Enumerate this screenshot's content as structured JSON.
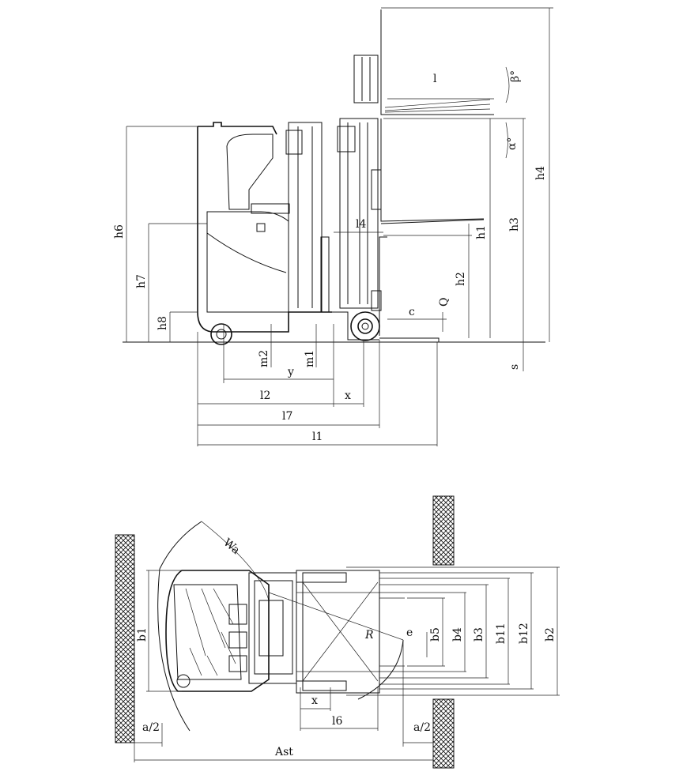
{
  "side_view": {
    "labels": {
      "h6": "h6",
      "h7": "h7",
      "h8": "h8",
      "h1": "h1",
      "h2": "h2",
      "h3": "h3",
      "h4": "h4",
      "l": "l",
      "l4": "l4",
      "c": "c",
      "Q": "Q",
      "s": "s",
      "alpha": "α°",
      "beta": "β°",
      "m2": "m2",
      "m1": "m1",
      "y": "y",
      "l2": "l2",
      "x": "x",
      "l7": "l7",
      "l1": "l1"
    }
  },
  "top_view": {
    "labels": {
      "Wa": "Wa",
      "R": "R",
      "b1": "b1",
      "e": "e",
      "b5": "b5",
      "b4": "b4",
      "b3": "b3",
      "b11": "b11",
      "b12": "b12",
      "b2": "b2",
      "x": "x",
      "l6": "l6",
      "a2_left": "a/2",
      "a2_right": "a/2",
      "Ast": "Ast"
    }
  }
}
